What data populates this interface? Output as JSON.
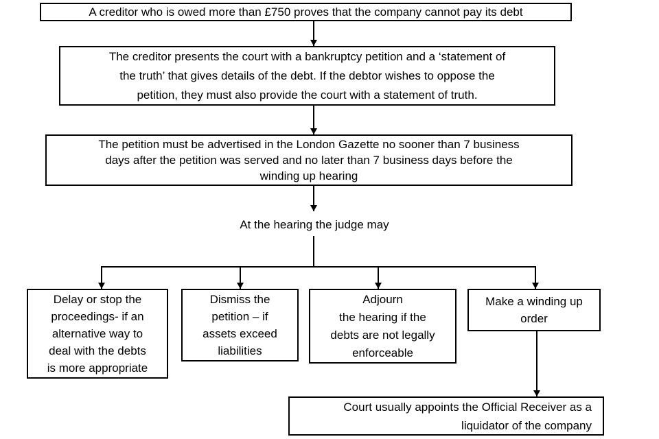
{
  "flow": {
    "box_creditor": {
      "lines": [
        "A creditor who is owed more than £750 proves that the company cannot pay its debt"
      ]
    },
    "box_petition": {
      "lines": [
        "The creditor presents the court with a bankruptcy petition and a ‘statement of",
        "the truth’ that gives details of the debt.  If the debtor wishes to oppose the",
        "petition, they must also provide the court with a statement of truth."
      ]
    },
    "box_gazette": {
      "lines": [
        "The petition must be advertised in the London Gazette no sooner than 7 business",
        "days after the petition was served and no later than 7 business days before the",
        "winding up hearing"
      ]
    },
    "judge_label": "At the hearing the judge may",
    "option_delay": {
      "lines": [
        "Delay or stop the",
        "proceedings- if an",
        "alternative way to",
        "deal with the debts",
        "is more appropriate"
      ]
    },
    "option_dismiss": {
      "lines": [
        "Dismiss the",
        "petition – if",
        "assets exceed",
        "liabilities"
      ]
    },
    "option_adjourn": {
      "lines": [
        "Adjourn",
        "the hearing if the",
        "debts are not legally",
        "enforceable"
      ]
    },
    "option_order": {
      "lines": [
        "Make a winding up",
        "order"
      ]
    },
    "box_receiver": {
      "lines": [
        "Court usually appoints the Official Receiver as a",
        "liquidator of the company"
      ]
    }
  },
  "colors": {
    "background": "#ffffff",
    "border": "#000000",
    "text": "#000000",
    "arrow": "#000000"
  }
}
